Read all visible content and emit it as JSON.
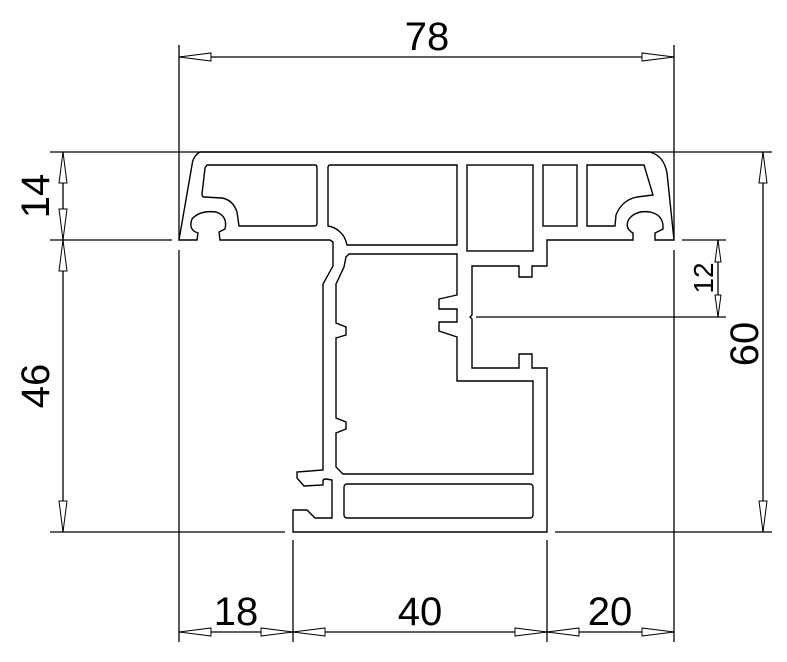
{
  "drawing": {
    "dimensions": {
      "overall_width": "78",
      "top_height": "14",
      "lower_height": "46",
      "overall_height": "60",
      "inner_offset": "12",
      "left_width": "18",
      "middle_width": "40",
      "right_width": "20"
    },
    "colors": {
      "line": "#000000",
      "background": "#ffffff"
    }
  }
}
